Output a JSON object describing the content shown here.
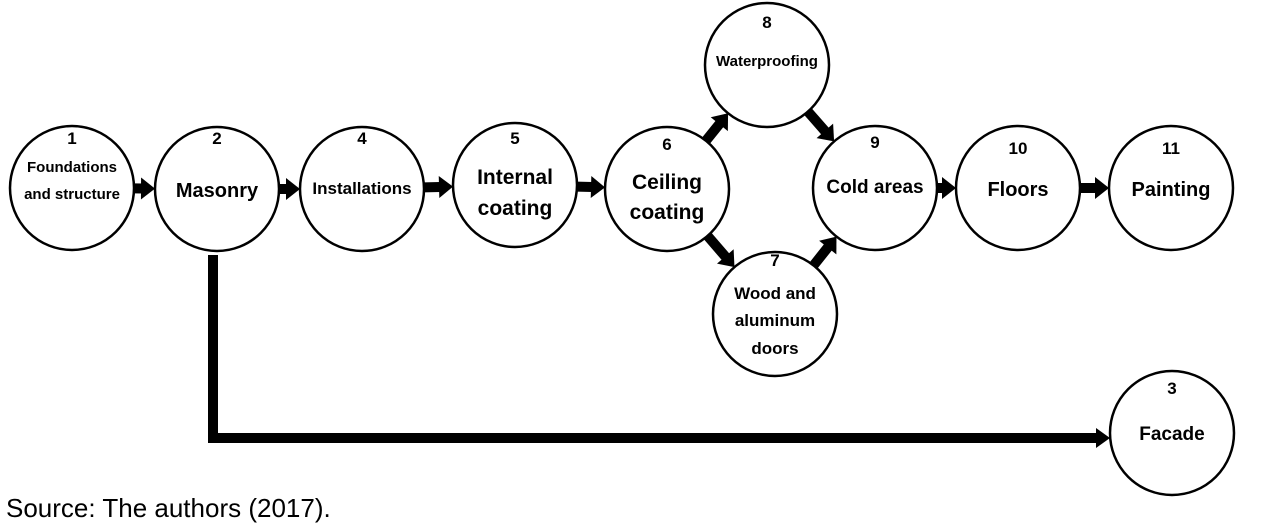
{
  "nodes": [
    {
      "id": "1",
      "number": "1",
      "lines": [
        "Foundations",
        "and structure"
      ]
    },
    {
      "id": "2",
      "number": "2",
      "lines": [
        "Masonry"
      ]
    },
    {
      "id": "4",
      "number": "4",
      "lines": [
        "Installations"
      ]
    },
    {
      "id": "5",
      "number": "5",
      "lines": [
        "Internal",
        "coating"
      ]
    },
    {
      "id": "6",
      "number": "6",
      "lines": [
        "Ceiling",
        "coating"
      ]
    },
    {
      "id": "8",
      "number": "8",
      "lines": [
        "Waterproofing"
      ]
    },
    {
      "id": "7",
      "number": "7",
      "lines": [
        "Wood and",
        "aluminum",
        "doors"
      ]
    },
    {
      "id": "9",
      "number": "9",
      "lines": [
        "Cold areas"
      ]
    },
    {
      "id": "10",
      "number": "10",
      "lines": [
        "Floors"
      ]
    },
    {
      "id": "11",
      "number": "11",
      "lines": [
        "Painting"
      ]
    },
    {
      "id": "3",
      "number": "3",
      "lines": [
        "Facade"
      ]
    }
  ],
  "edges": [
    {
      "from": "1",
      "to": "2"
    },
    {
      "from": "2",
      "to": "4"
    },
    {
      "from": "4",
      "to": "5"
    },
    {
      "from": "5",
      "to": "6"
    },
    {
      "from": "6",
      "to": "8"
    },
    {
      "from": "6",
      "to": "7"
    },
    {
      "from": "8",
      "to": "9"
    },
    {
      "from": "7",
      "to": "9"
    },
    {
      "from": "9",
      "to": "10"
    },
    {
      "from": "10",
      "to": "11"
    },
    {
      "from": "2",
      "to": "3"
    }
  ],
  "caption": "Source: The authors (2017)."
}
